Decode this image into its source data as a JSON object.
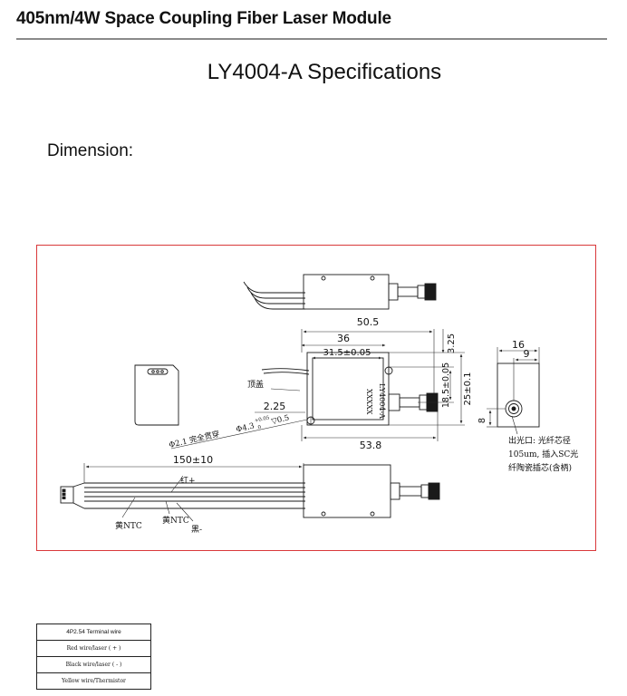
{
  "header": {
    "title": "405nm/4W Space Coupling Fiber Laser Module"
  },
  "page": {
    "title": "LY4004-A Specifications"
  },
  "section": {
    "label": "Dimension:"
  },
  "colors": {
    "frame": "#d9383a",
    "rule": "#8a8a8a",
    "line": "#1a1a1a",
    "dim_line": "#2a2a2a"
  },
  "drawing": {
    "dims": {
      "d50_5": "50.5",
      "d36": "36",
      "d31_5": "31.5±0.05",
      "d3_25": "3.25",
      "d18_5": "18.5±0.05",
      "d25": "25±0.1",
      "d2_25": "2.25",
      "d53_8": "53.8",
      "d16": "16",
      "d9": "9",
      "d8": "8",
      "d150": "150±10"
    },
    "labels": {
      "top_cover": "顶盖",
      "marking": "XXXXX",
      "model": "LY4004-A",
      "hole_note": "Φ2.1 完全贯穿",
      "hole_note2": "Φ4.3",
      "tol_up": "+0.05",
      "tol_dn": "0",
      "depth": "▽0.5",
      "red_wire": "红+",
      "yellow_ntc_1": "黄NTC",
      "yellow_ntc_2": "黄NTC",
      "black_wire": "黑-",
      "output_note_1": "出光口: 光纤芯径",
      "output_note_2": "105um, 插入SC光",
      "output_note_3": "纤陶瓷插芯(含柄)"
    }
  },
  "terminal_table": {
    "header": "4P2.54 Terminal wire",
    "rows": [
      "Red wire/laser ( + )",
      "Black wire/laser ( - )",
      "Yellow wire/Thermistor"
    ]
  }
}
